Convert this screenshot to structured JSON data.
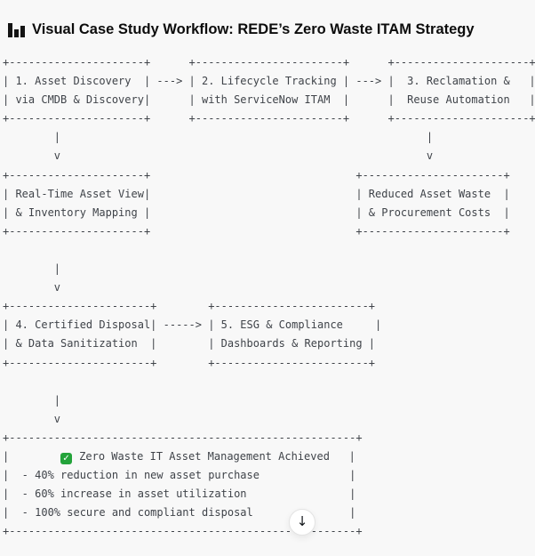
{
  "header": {
    "icon": "bar-chart-icon",
    "title": "Visual Case Study Workflow: REDE’s Zero Waste ITAM Strategy"
  },
  "diagram": {
    "check_icon": "check-emoji-icon",
    "check_glyph": "✓",
    "lines": [
      "+---------------------+      +-----------------------+      +---------------------+",
      "| 1. Asset Discovery  | ---> | 2. Lifecycle Tracking | ---> |  3. Reclamation &   |",
      "| via CMDB & Discovery|      | with ServiceNow ITAM  |      |  Reuse Automation   |",
      "+---------------------+      +-----------------------+      +---------------------+",
      "        |                                                         |",
      "        v                                                         v",
      "+---------------------+                                +----------------------+",
      "| Real-Time Asset View|                                | Reduced Asset Waste  |",
      "| & Inventory Mapping |                                | & Procurement Costs  |",
      "+---------------------+                                +----------------------+",
      "",
      "        |",
      "        v",
      "+----------------------+        +------------------------+",
      "| 4. Certified Disposal| -----> | 5. ESG & Compliance     |",
      "| & Data Sanitization  |        | Dashboards & Reporting |",
      "+----------------------+        +------------------------+",
      "",
      "        |",
      "        v",
      "+------------------------------------------------------+",
      "|        {CHECK} Zero Waste IT Asset Management Achieved   |",
      "|  - 40% reduction in new asset purchase              |",
      "|  - 60% increase in asset utilization                |",
      "|  - 100% secure and compliant disposal               |",
      "+------------------------------------------------------+"
    ],
    "achievement": {
      "title": "Zero Waste IT Asset Management Achieved",
      "bullets": [
        "40% reduction in new asset purchase",
        "60% increase in asset utilization",
        "100% secure and compliant disposal"
      ]
    }
  },
  "scroll_button": {
    "glyph": "↓"
  },
  "colors": {
    "background": "#f8f8f8",
    "diagram_text": "#3f4349",
    "title_text": "#0c0c0c",
    "check_green": "#23a33a",
    "button_border": "#e3e3e3"
  }
}
